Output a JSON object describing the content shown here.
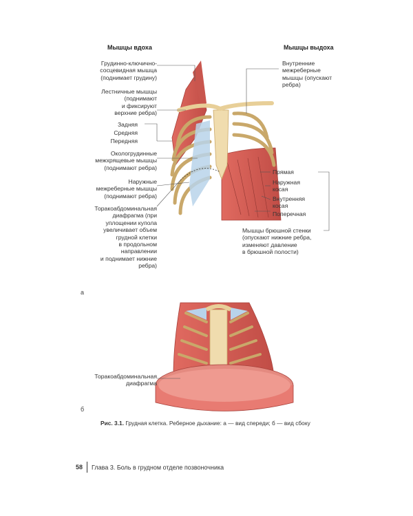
{
  "fig_a": {
    "letter": "а",
    "inhale_heading": "Мышцы вдоха",
    "exhale_heading": "Мышцы выдоха",
    "inhale_labels": [
      "Грудинно-ключично-\nсосцевидная мышца\n(поднимает грудину)",
      "Лестничные мышцы\n(поднимают\nи фиксируют\nверхние ребра)",
      "Задняя",
      "Средняя",
      "Передняя",
      "Окологрудинные\nмежхрящевые мышцы\n(поднимают ребра)",
      "Наружные\nмежреберные мышцы\n(поднимают ребра)",
      "Торакоабдоминальная\nдиафрагма (при\nуплощении купола\nувеличивает объем\nгрудной клетки\nв продольном\nнаправлении\nи поднимает нижние\nребра)"
    ],
    "exhale_labels": [
      "Внутренние\nмежреберные\nмышцы (опускают\nребра)",
      "Прямая",
      "Наружная\nкосая",
      "Внутренняя\nкосая",
      "Поперечная",
      "Мышцы брюшной стенки\n(опускают нижние ребра,\nизменяют давление\nв брюшной полости)"
    ]
  },
  "fig_b": {
    "letter": "б",
    "diaphragm_label": "Торакоабдоминальная\nдиафрагма"
  },
  "caption": {
    "prefix": "Рис. 3.1.",
    "text": "Грудная клетка. Реберное дыхание: а — вид спереди; б — вид сбоку"
  },
  "footer": {
    "page_number": "58",
    "chapter": "Глава 3. Боль в грудном отделе позвоночника"
  },
  "colors": {
    "muscle": "#d9625a",
    "muscle_dark": "#b8443f",
    "bone": "#f0dcae",
    "cartilage": "#b8d3ea",
    "line": "#555555"
  }
}
